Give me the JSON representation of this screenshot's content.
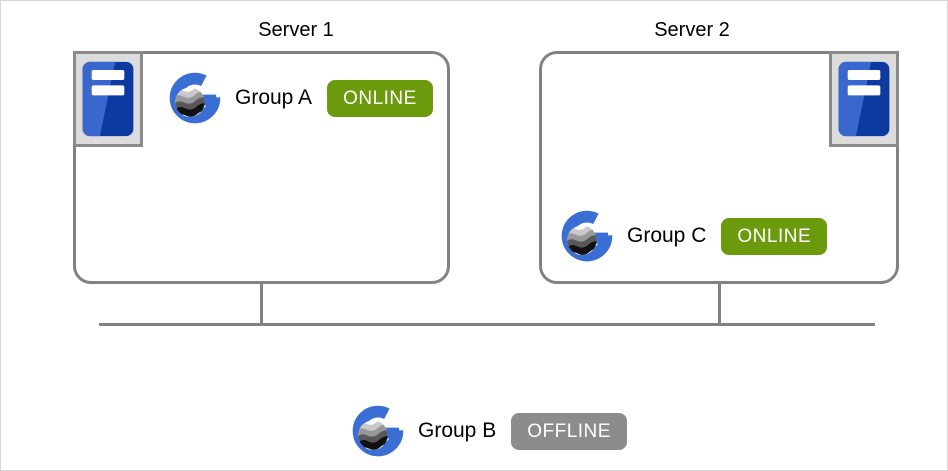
{
  "servers": [
    {
      "title": "Server 1",
      "group": {
        "name": "Group A",
        "status": "ONLINE"
      },
      "icons": {
        "computer": "server-tower-icon",
        "group": "cluster-group-icon"
      }
    },
    {
      "title": "Server 2",
      "group": {
        "name": "Group C",
        "status": "ONLINE"
      },
      "icons": {
        "computer": "server-tower-icon",
        "group": "cluster-group-icon"
      }
    }
  ],
  "offline_group": {
    "name": "Group B",
    "status": "OFFLINE",
    "icon": "cluster-group-icon"
  },
  "colors": {
    "online_badge": "#6C9A0D",
    "offline_badge": "#8C8C8C",
    "box_border": "#828282",
    "network_line": "#828282",
    "icon_box_background": "#DCDCDC",
    "server_icon_blue_dark": "#0D3AA0",
    "server_icon_blue_light": "#3A67CE",
    "group_icon_blue": "#3B6ED5"
  }
}
